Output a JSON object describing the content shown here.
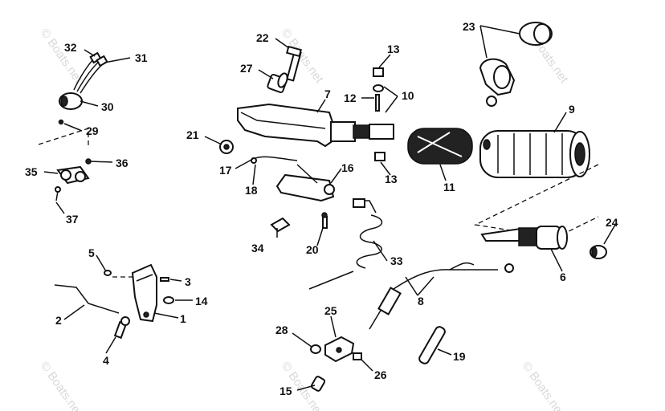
{
  "watermark": "© Boats.net",
  "callouts": [
    "32",
    "31",
    "30",
    "29",
    "35",
    "36",
    "37",
    "22",
    "27",
    "7",
    "13",
    "12",
    "10",
    "21",
    "17",
    "18",
    "16",
    "34",
    "20",
    "23",
    "9",
    "11",
    "13",
    "24",
    "6",
    "5",
    "3",
    "14",
    "2",
    "1",
    "4",
    "33",
    "25",
    "8",
    "28",
    "26",
    "19",
    "15"
  ]
}
